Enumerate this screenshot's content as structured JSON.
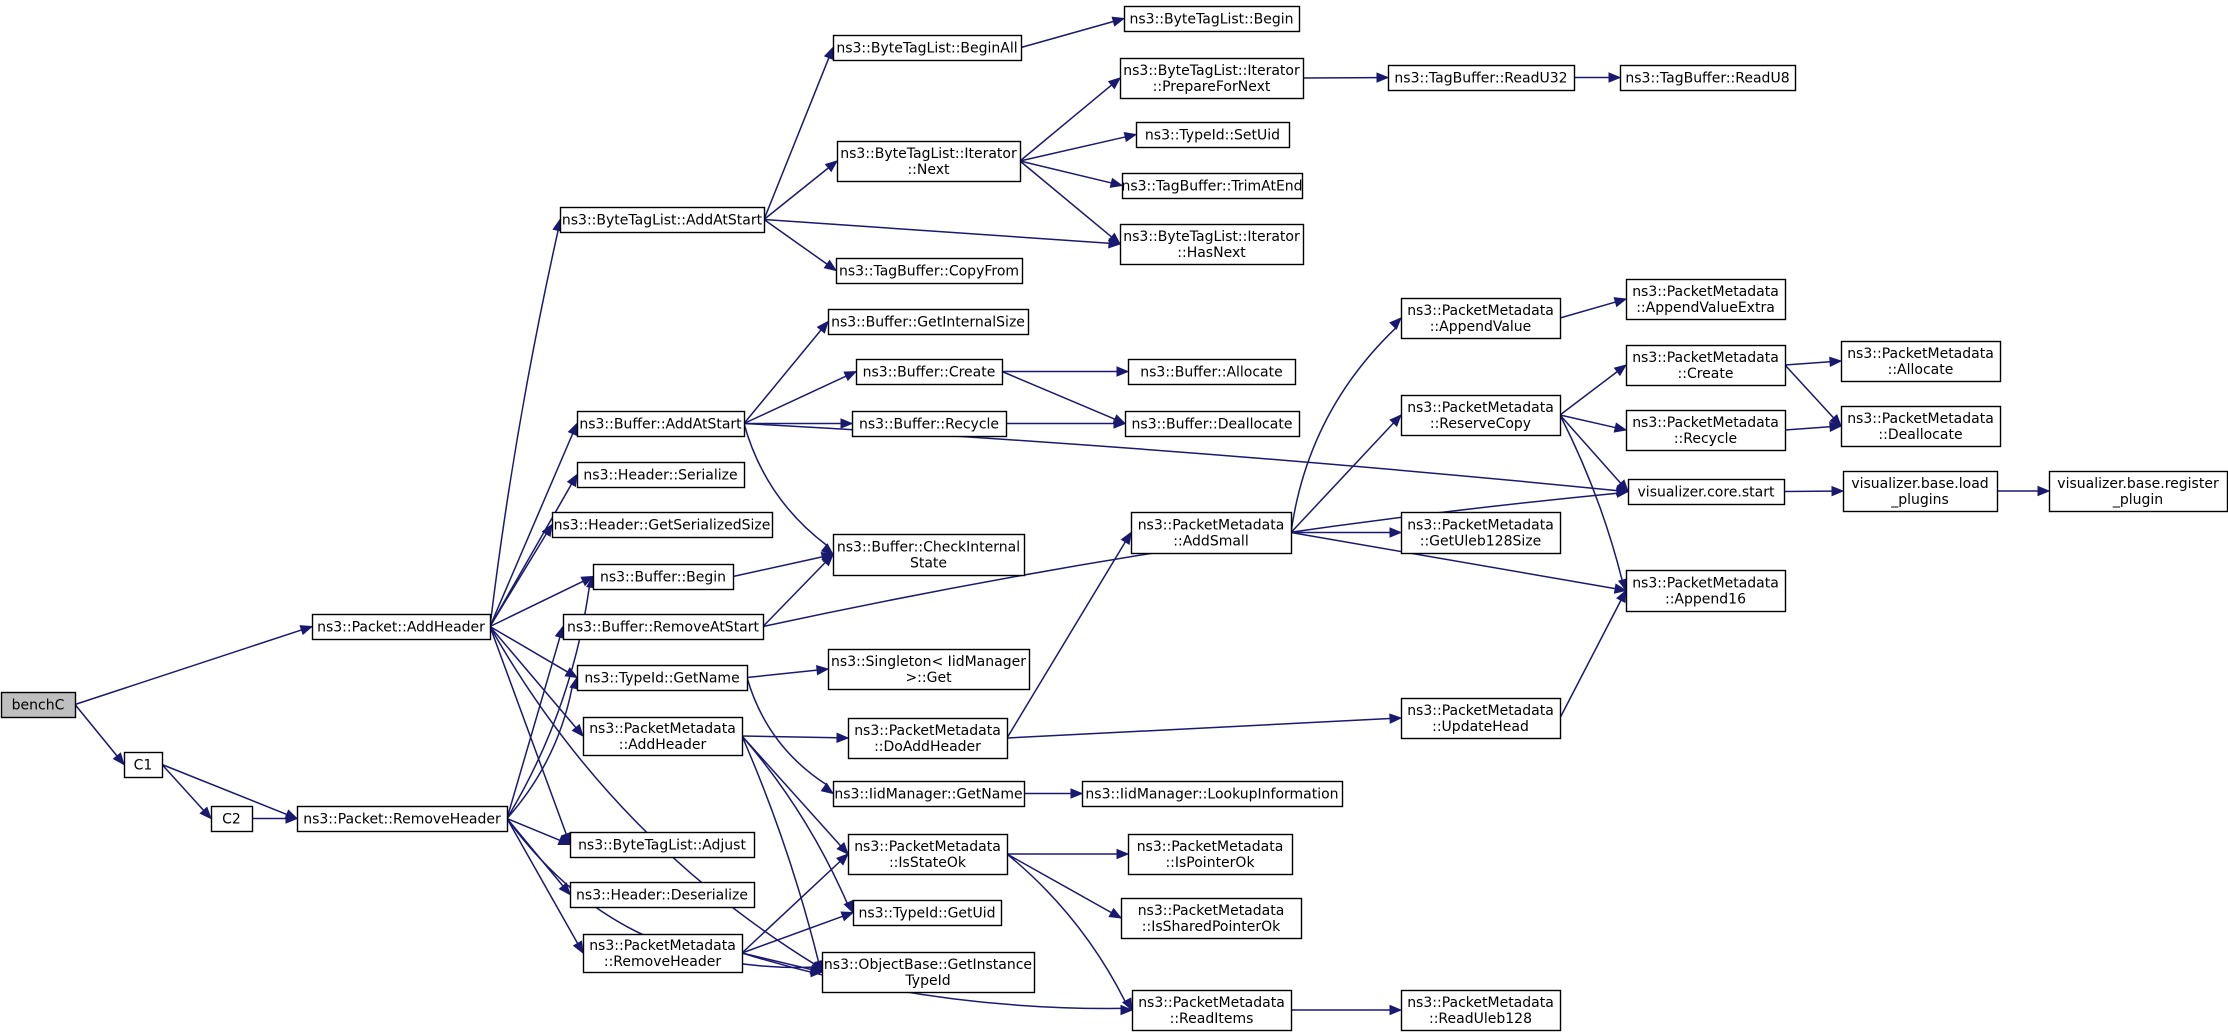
{
  "nodes": [
    {
      "id": "benchC",
      "lines": [
        "benchC"
      ],
      "root": true
    },
    {
      "id": "C1",
      "lines": [
        "C1"
      ]
    },
    {
      "id": "C2",
      "lines": [
        "C2"
      ]
    },
    {
      "id": "addHeader",
      "lines": [
        "ns3::Packet::AddHeader"
      ]
    },
    {
      "id": "removeHeader",
      "lines": [
        "ns3::Packet::RemoveHeader"
      ]
    },
    {
      "id": "btlAddAtStart",
      "lines": [
        "ns3::ByteTagList::AddAtStart"
      ]
    },
    {
      "id": "bufAddAtStart",
      "lines": [
        "ns3::Buffer::AddAtStart"
      ]
    },
    {
      "id": "hdrSerialize",
      "lines": [
        "ns3::Header::Serialize"
      ]
    },
    {
      "id": "hdrGetSerializedSize",
      "lines": [
        "ns3::Header::GetSerializedSize"
      ]
    },
    {
      "id": "bufBegin",
      "lines": [
        "ns3::Buffer::Begin"
      ]
    },
    {
      "id": "bufRemoveAtStart",
      "lines": [
        "ns3::Buffer::RemoveAtStart"
      ]
    },
    {
      "id": "typeIdGetName",
      "lines": [
        "ns3::TypeId::GetName"
      ]
    },
    {
      "id": "pmAddHeader",
      "lines": [
        "ns3::PacketMetadata",
        "::AddHeader"
      ]
    },
    {
      "id": "btlAdjust",
      "lines": [
        "ns3::ByteTagList::Adjust"
      ]
    },
    {
      "id": "hdrDeserialize",
      "lines": [
        "ns3::Header::Deserialize"
      ]
    },
    {
      "id": "pmRemoveHeader",
      "lines": [
        "ns3::PacketMetadata",
        "::RemoveHeader"
      ]
    },
    {
      "id": "btlBeginAll",
      "lines": [
        "ns3::ByteTagList::BeginAll"
      ]
    },
    {
      "id": "btliNext",
      "lines": [
        "ns3::ByteTagList::Iterator",
        "::Next"
      ]
    },
    {
      "id": "tbCopyFrom",
      "lines": [
        "ns3::TagBuffer::CopyFrom"
      ]
    },
    {
      "id": "bufGetInternalSize",
      "lines": [
        "ns3::Buffer::GetInternalSize"
      ]
    },
    {
      "id": "bufCreate",
      "lines": [
        "ns3::Buffer::Create"
      ]
    },
    {
      "id": "bufRecycle",
      "lines": [
        "ns3::Buffer::Recycle"
      ]
    },
    {
      "id": "bufCheckInternalState",
      "lines": [
        "ns3::Buffer::CheckInternal",
        "State"
      ]
    },
    {
      "id": "singletonGet",
      "lines": [
        "ns3::Singleton< IidManager",
        ">::Get"
      ]
    },
    {
      "id": "pmDoAddHeader",
      "lines": [
        "ns3::PacketMetadata",
        "::DoAddHeader"
      ]
    },
    {
      "id": "iidGetName",
      "lines": [
        "ns3::IidManager::GetName"
      ]
    },
    {
      "id": "pmIsStateOk",
      "lines": [
        "ns3::PacketMetadata",
        "::IsStateOk"
      ]
    },
    {
      "id": "typeIdGetUid",
      "lines": [
        "ns3::TypeId::GetUid"
      ]
    },
    {
      "id": "objGetInstanceTypeId",
      "lines": [
        "ns3::ObjectBase::GetInstance",
        "TypeId"
      ]
    },
    {
      "id": "btlBegin",
      "lines": [
        "ns3::ByteTagList::Begin"
      ]
    },
    {
      "id": "btliPrepareForNext",
      "lines": [
        "ns3::ByteTagList::Iterator",
        "::PrepareForNext"
      ]
    },
    {
      "id": "typeIdSetUid",
      "lines": [
        "ns3::TypeId::SetUid"
      ]
    },
    {
      "id": "tbTrimAtEnd",
      "lines": [
        "ns3::TagBuffer::TrimAtEnd"
      ]
    },
    {
      "id": "btliHasNext",
      "lines": [
        "ns3::ByteTagList::Iterator",
        "::HasNext"
      ]
    },
    {
      "id": "bufAllocate",
      "lines": [
        "ns3::Buffer::Allocate"
      ]
    },
    {
      "id": "bufDeallocate",
      "lines": [
        "ns3::Buffer::Deallocate"
      ]
    },
    {
      "id": "pmAddSmall",
      "lines": [
        "ns3::PacketMetadata",
        "::AddSmall"
      ]
    },
    {
      "id": "iidLookupInformation",
      "lines": [
        "ns3::IidManager::LookupInformation"
      ]
    },
    {
      "id": "pmIsPointerOk",
      "lines": [
        "ns3::PacketMetadata",
        "::IsPointerOk"
      ]
    },
    {
      "id": "pmIsSharedPointerOk",
      "lines": [
        "ns3::PacketMetadata",
        "::IsSharedPointerOk"
      ]
    },
    {
      "id": "pmReadItems",
      "lines": [
        "ns3::PacketMetadata",
        "::ReadItems"
      ]
    },
    {
      "id": "tbReadU32",
      "lines": [
        "ns3::TagBuffer::ReadU32"
      ]
    },
    {
      "id": "pmAppendValue",
      "lines": [
        "ns3::PacketMetadata",
        "::AppendValue"
      ]
    },
    {
      "id": "pmReserveCopy",
      "lines": [
        "ns3::PacketMetadata",
        "::ReserveCopy"
      ]
    },
    {
      "id": "pmGetUleb128Size",
      "lines": [
        "ns3::PacketMetadata",
        "::GetUleb128Size"
      ]
    },
    {
      "id": "pmUpdateHead",
      "lines": [
        "ns3::PacketMetadata",
        "::UpdateHead"
      ]
    },
    {
      "id": "pmReadUleb128",
      "lines": [
        "ns3::PacketMetadata",
        "::ReadUleb128"
      ]
    },
    {
      "id": "tbReadU8",
      "lines": [
        "ns3::TagBuffer::ReadU8"
      ]
    },
    {
      "id": "pmAppendValueExtra",
      "lines": [
        "ns3::PacketMetadata",
        "::AppendValueExtra"
      ]
    },
    {
      "id": "pmCreate",
      "lines": [
        "ns3::PacketMetadata",
        "::Create"
      ]
    },
    {
      "id": "pmRecycle",
      "lines": [
        "ns3::PacketMetadata",
        "::Recycle"
      ]
    },
    {
      "id": "vizCoreStart",
      "lines": [
        "visualizer.core.start"
      ]
    },
    {
      "id": "pmAppend16",
      "lines": [
        "ns3::PacketMetadata",
        "::Append16"
      ]
    },
    {
      "id": "pmAllocate",
      "lines": [
        "ns3::PacketMetadata",
        "::Allocate"
      ]
    },
    {
      "id": "pmDeallocate",
      "lines": [
        "ns3::PacketMetadata",
        "::Deallocate"
      ]
    },
    {
      "id": "vizLoadPlugins",
      "lines": [
        "visualizer.base.load",
        "_plugins"
      ]
    },
    {
      "id": "vizRegisterPlugin",
      "lines": [
        "visualizer.base.register",
        "_plugin"
      ]
    }
  ],
  "edges": [
    [
      "benchC",
      "addHeader"
    ],
    [
      "benchC",
      "C1"
    ],
    [
      "C1",
      "removeHeader"
    ],
    [
      "C1",
      "C2"
    ],
    [
      "C2",
      "removeHeader"
    ],
    [
      "addHeader",
      "btlAddAtStart"
    ],
    [
      "addHeader",
      "bufAddAtStart"
    ],
    [
      "addHeader",
      "hdrSerialize"
    ],
    [
      "addHeader",
      "hdrGetSerializedSize"
    ],
    [
      "addHeader",
      "bufBegin"
    ],
    [
      "addHeader",
      "typeIdGetName"
    ],
    [
      "addHeader",
      "pmAddHeader"
    ],
    [
      "addHeader",
      "btlAdjust"
    ],
    [
      "addHeader",
      "objGetInstanceTypeId"
    ],
    [
      "removeHeader",
      "bufBegin"
    ],
    [
      "removeHeader",
      "bufRemoveAtStart"
    ],
    [
      "removeHeader",
      "typeIdGetName"
    ],
    [
      "removeHeader",
      "btlAdjust"
    ],
    [
      "removeHeader",
      "hdrDeserialize"
    ],
    [
      "removeHeader",
      "pmRemoveHeader"
    ],
    [
      "removeHeader",
      "objGetInstanceTypeId"
    ],
    [
      "btlAddAtStart",
      "btlBeginAll"
    ],
    [
      "btlAddAtStart",
      "btliNext"
    ],
    [
      "btlAddAtStart",
      "btliHasNext"
    ],
    [
      "btlAddAtStart",
      "tbCopyFrom"
    ],
    [
      "btlBeginAll",
      "btlBegin"
    ],
    [
      "btliNext",
      "btliPrepareForNext"
    ],
    [
      "btliNext",
      "typeIdSetUid"
    ],
    [
      "btliNext",
      "tbTrimAtEnd"
    ],
    [
      "btliNext",
      "btliHasNext"
    ],
    [
      "btliPrepareForNext",
      "tbReadU32"
    ],
    [
      "tbReadU32",
      "tbReadU8"
    ],
    [
      "bufAddAtStart",
      "bufGetInternalSize"
    ],
    [
      "bufAddAtStart",
      "bufCreate"
    ],
    [
      "bufAddAtStart",
      "bufRecycle"
    ],
    [
      "bufAddAtStart",
      "bufCheckInternalState"
    ],
    [
      "bufAddAtStart",
      "vizCoreStart"
    ],
    [
      "bufCreate",
      "bufAllocate"
    ],
    [
      "bufCreate",
      "bufDeallocate"
    ],
    [
      "bufRecycle",
      "bufDeallocate"
    ],
    [
      "bufBegin",
      "bufCheckInternalState"
    ],
    [
      "bufRemoveAtStart",
      "bufCheckInternalState"
    ],
    [
      "bufRemoveAtStart",
      "vizCoreStart"
    ],
    [
      "typeIdGetName",
      "singletonGet"
    ],
    [
      "typeIdGetName",
      "iidGetName"
    ],
    [
      "iidGetName",
      "iidLookupInformation"
    ],
    [
      "pmAddHeader",
      "pmDoAddHeader"
    ],
    [
      "pmAddHeader",
      "pmIsStateOk"
    ],
    [
      "pmAddHeader",
      "typeIdGetUid"
    ],
    [
      "pmAddHeader",
      "objGetInstanceTypeId"
    ],
    [
      "pmRemoveHeader",
      "pmIsStateOk"
    ],
    [
      "pmRemoveHeader",
      "typeIdGetUid"
    ],
    [
      "pmRemoveHeader",
      "objGetInstanceTypeId"
    ],
    [
      "pmRemoveHeader",
      "pmReadItems"
    ],
    [
      "pmDoAddHeader",
      "pmAddSmall"
    ],
    [
      "pmDoAddHeader",
      "pmUpdateHead"
    ],
    [
      "pmIsStateOk",
      "pmIsPointerOk"
    ],
    [
      "pmIsStateOk",
      "pmIsSharedPointerOk"
    ],
    [
      "pmIsStateOk",
      "pmReadItems"
    ],
    [
      "pmReadItems",
      "pmReadUleb128"
    ],
    [
      "pmAddSmall",
      "pmAppendValue"
    ],
    [
      "pmAddSmall",
      "pmReserveCopy"
    ],
    [
      "pmAddSmall",
      "pmGetUleb128Size"
    ],
    [
      "pmAddSmall",
      "pmAppend16"
    ],
    [
      "pmAppendValue",
      "pmAppendValueExtra"
    ],
    [
      "pmReserveCopy",
      "pmCreate"
    ],
    [
      "pmReserveCopy",
      "pmRecycle"
    ],
    [
      "pmReserveCopy",
      "vizCoreStart"
    ],
    [
      "pmReserveCopy",
      "pmAppend16"
    ],
    [
      "pmCreate",
      "pmAllocate"
    ],
    [
      "pmCreate",
      "pmDeallocate"
    ],
    [
      "pmRecycle",
      "pmDeallocate"
    ],
    [
      "pmUpdateHead",
      "pmAppend16"
    ],
    [
      "vizCoreStart",
      "vizLoadPlugins"
    ],
    [
      "vizLoadPlugins",
      "vizRegisterPlugin"
    ]
  ]
}
